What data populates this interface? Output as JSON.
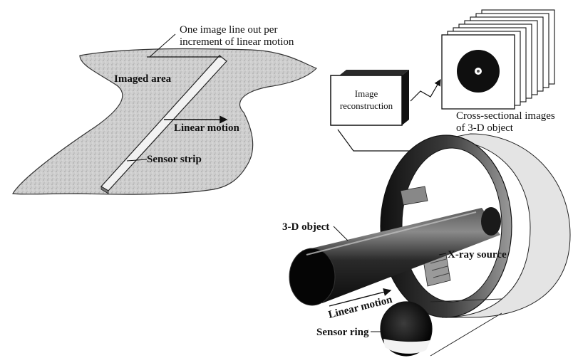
{
  "labels": {
    "caption_line1": "One image line out per",
    "caption_line2": "increment of linear motion",
    "imaged_area": "Imaged area",
    "linear_motion_left": "Linear motion",
    "sensor_strip": "Sensor strip",
    "image_reconstruction_line1": "Image",
    "image_reconstruction_line2": "reconstruction",
    "cross_sectional_line1": "Cross-sectional images",
    "cross_sectional_line2": "of 3-D object",
    "object_3d": "3-D object",
    "xray_source": "X-ray source",
    "linear_motion_right": "Linear motion",
    "sensor_ring": "Sensor ring"
  },
  "colors": {
    "ink": "#111111",
    "paper": "#ffffff",
    "gray_area": "#c9c9c9",
    "dark": "#1a1a1a"
  }
}
